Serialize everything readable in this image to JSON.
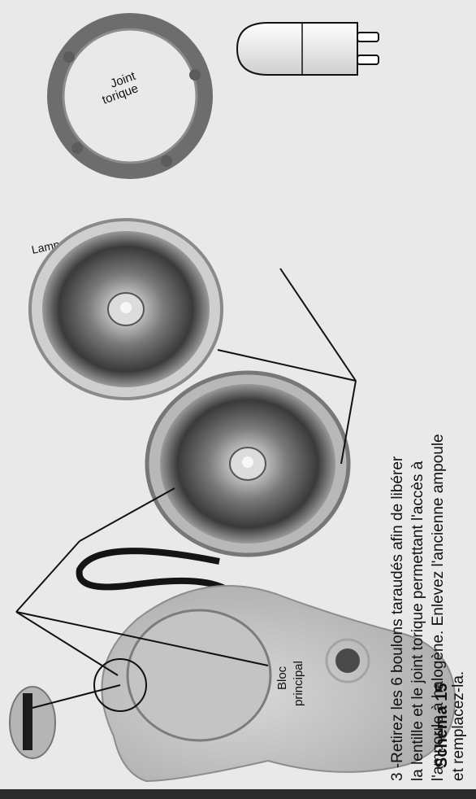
{
  "figure": {
    "label": "Schéma 15",
    "instruction_lines": [
      "3 -Retirez les 6 boulons taraudés afin de libérer",
      "la lentille et le joint torique permettant l'accès à",
      "l'ampoule à halogène. Enlevez l'ancienne ampoule",
      "et remplacez-la."
    ]
  },
  "labels": {
    "oring_line1": "Joint",
    "oring_line2": "torique",
    "lamp_reflector": "Lampe et réflecteur",
    "main_body_line1": "Bloc",
    "main_body_line2": "principal"
  },
  "colors": {
    "background": "#e9e9e9",
    "line": "#111111"
  }
}
